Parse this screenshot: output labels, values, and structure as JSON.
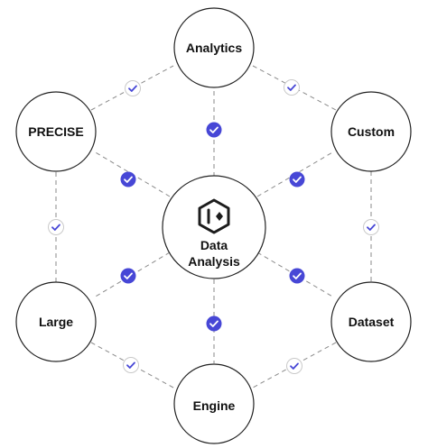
{
  "center": {
    "label_line1": "Data",
    "label_line2": "Analysis",
    "logo_icon": "hexagon-logo-icon"
  },
  "nodes": [
    {
      "id": "analytics",
      "label": "Analytics"
    },
    {
      "id": "custom",
      "label": "Custom"
    },
    {
      "id": "dataset",
      "label": "Dataset"
    },
    {
      "id": "engine",
      "label": "Engine"
    },
    {
      "id": "large",
      "label": "Large"
    },
    {
      "id": "precise",
      "label": "PRECISE"
    }
  ],
  "check_icon": "check-badge-icon",
  "colors": {
    "accent": "#4747d6",
    "stroke": "#222222",
    "dash": "#8a8a8a",
    "ring": "#c9c9c9",
    "text": "#111111",
    "background": "#ffffff"
  }
}
